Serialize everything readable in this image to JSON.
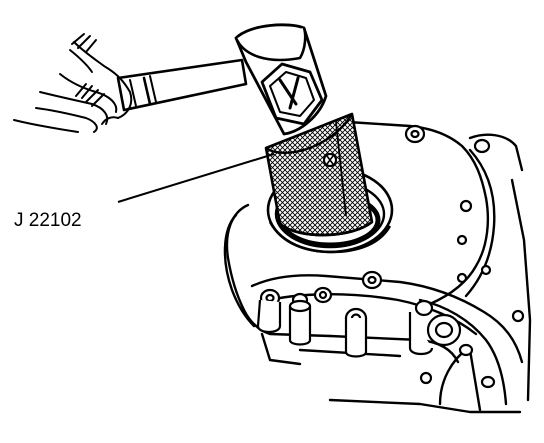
{
  "illustration": {
    "callout_label": "J 22102",
    "depicts": [
      "hand",
      "hammer",
      "seal-installer-tool",
      "oil-seal",
      "housing-casting"
    ],
    "line_color": "#000000",
    "background_color": "#ffffff"
  }
}
